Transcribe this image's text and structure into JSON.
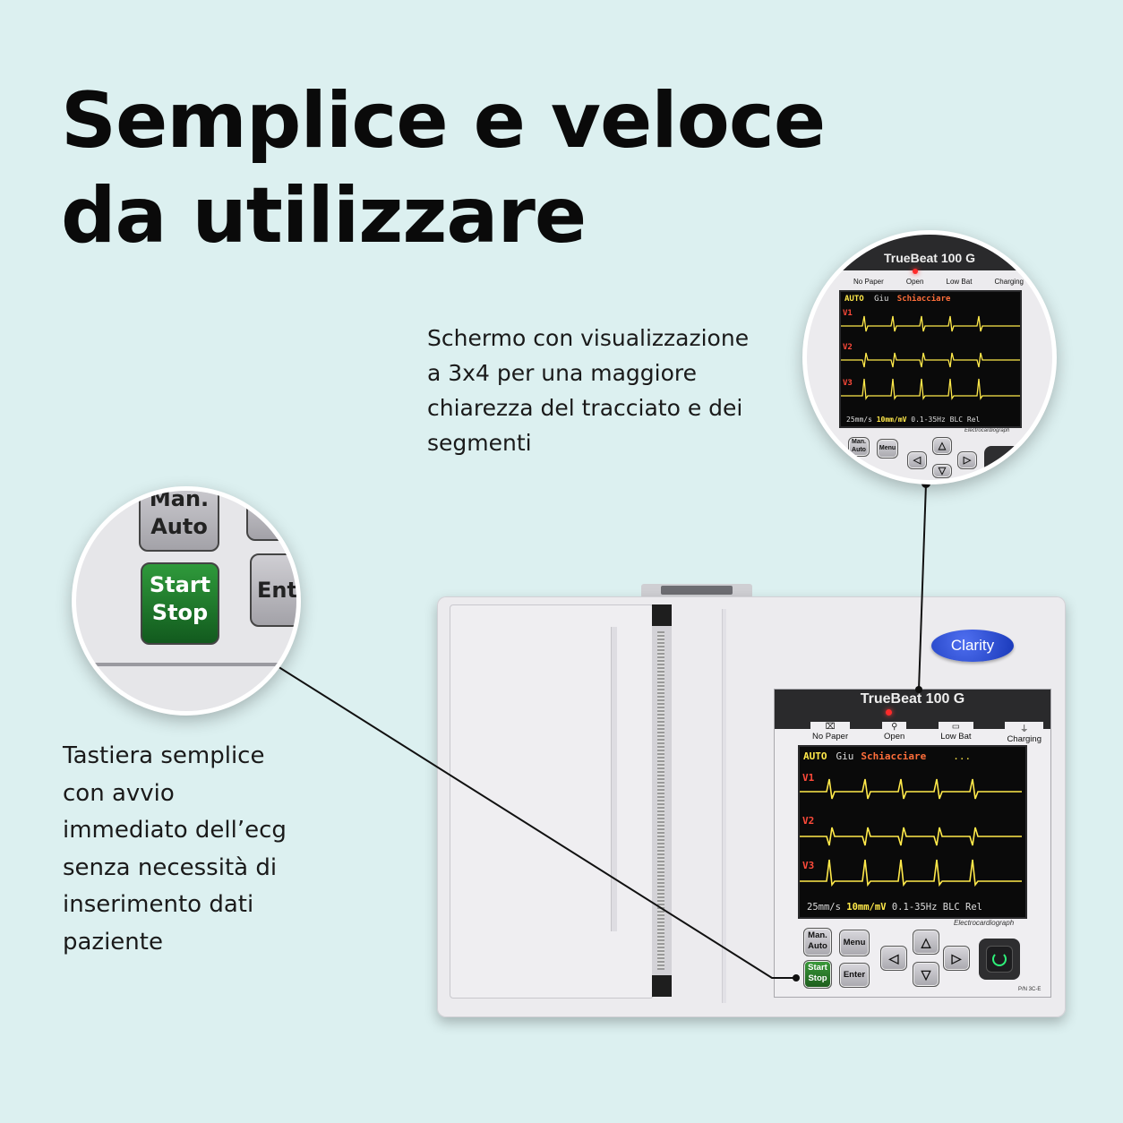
{
  "headline": {
    "line1": "Semplice e veloce",
    "line2": "da utilizzare"
  },
  "caption_screen": {
    "lines": [
      "Schermo con visualizzazione",
      "a 3x4 per una maggiore",
      "chiarezza del tracciato e dei",
      "segmenti"
    ]
  },
  "caption_keyboard": {
    "lines": [
      "Tastiera semplice",
      "con avvio",
      "immediato dell’ecg",
      "senza necessità di",
      "inserimento dati",
      "paziente"
    ]
  },
  "device": {
    "logo": "Clarity",
    "brand": "TrueBeat 100 G",
    "model_subtitle": "Electrocardiograph",
    "part_number": "P/N 3C-E",
    "indicators": [
      "No Paper",
      "Open",
      "Low Bat",
      "Charging"
    ],
    "screen": {
      "mode": "AUTO",
      "status1": "Giu",
      "status2": "Schiacciare",
      "dots": "...",
      "leads": [
        "V1",
        "V2",
        "V3"
      ],
      "speed": "25mm/s",
      "gain": "10mm/mV",
      "filter": "0.1-35Hz BLC Rel"
    },
    "keys": {
      "man_auto_1": "Man.",
      "man_auto_2": "Auto",
      "menu": "Menu",
      "start": "Start",
      "stop": "Stop",
      "enter": "Enter",
      "enter_partial": "Ent"
    }
  },
  "colors": {
    "background": "#dcf0f0",
    "ecg_trace": "#ffe94a",
    "lead_label": "#ff4a3a",
    "start_key": "#1f6b27"
  },
  "icons": [
    "power-icon",
    "arrow-up-icon",
    "arrow-down-icon",
    "arrow-left-icon",
    "arrow-right-icon",
    "no-paper-icon",
    "open-icon",
    "low-bat-icon",
    "charging-icon"
  ]
}
